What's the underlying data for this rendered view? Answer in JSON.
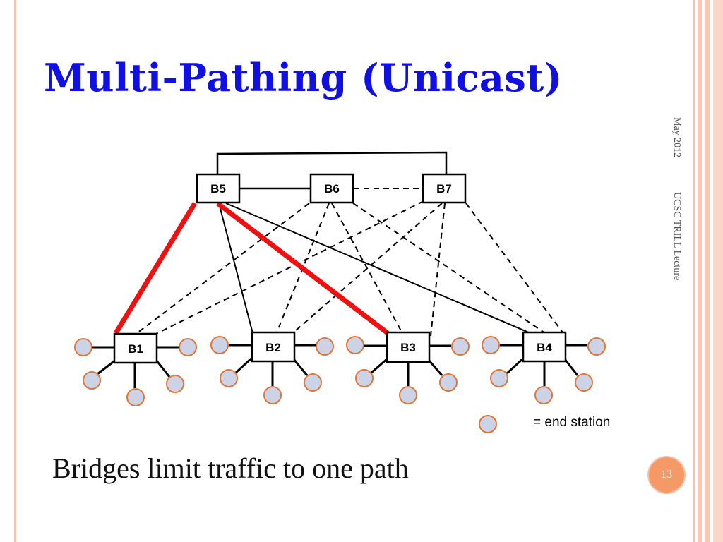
{
  "slide": {
    "title": "Multi-Pathing (Unicast)",
    "side_date": "May 2012",
    "side_lecture": "UCSC TRILL Lecture",
    "caption": "Bridges limit traffic to one path",
    "page_number": "13"
  },
  "diagram": {
    "bridges": [
      "B1",
      "B2",
      "B3",
      "B4",
      "B5",
      "B6",
      "B7"
    ],
    "legend_label": "= end station",
    "colors": {
      "highlight_path": "#ee1111",
      "end_station_fill": "#cdd3e6",
      "end_station_stroke": "#e0773a",
      "title": "#1010e0",
      "accent": "#f59a66"
    }
  }
}
